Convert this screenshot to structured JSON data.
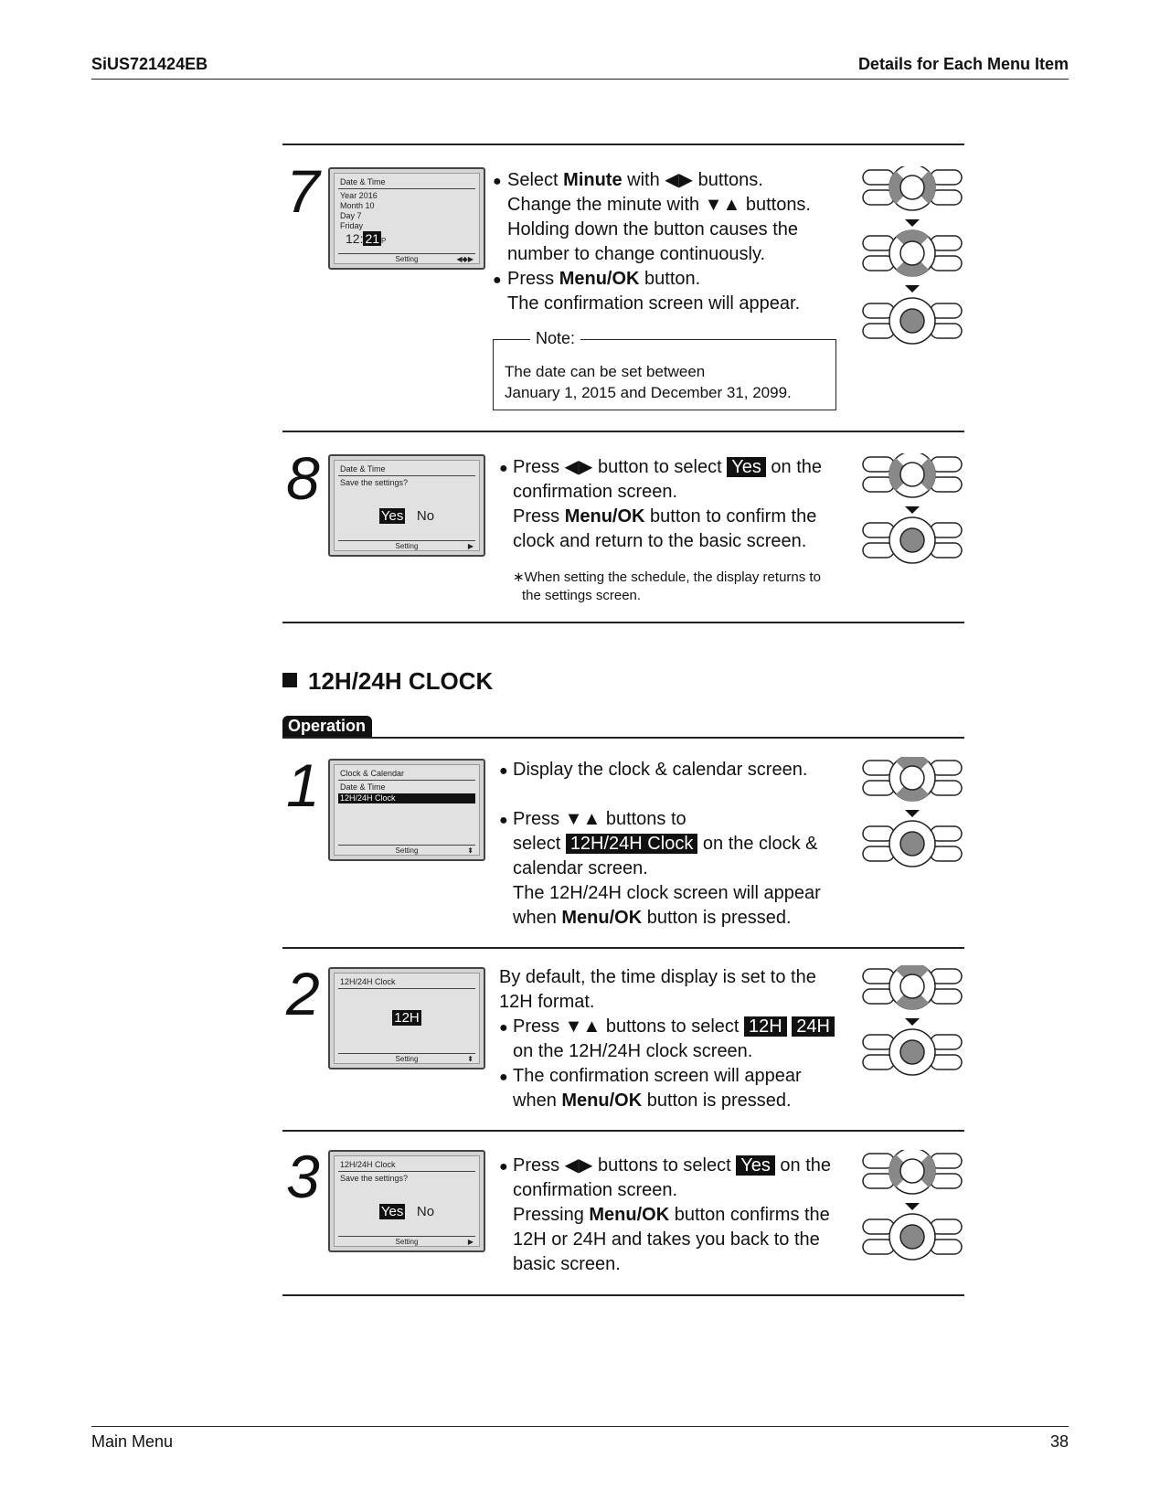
{
  "header": {
    "doc_id": "SiUS721424EB",
    "section": "Details for Each Menu Item"
  },
  "footer": {
    "left": "Main Menu",
    "page": "38"
  },
  "step7": {
    "num": "7",
    "lcd": {
      "title": "Date & Time",
      "year": "Year   2016",
      "month": "Month  10",
      "day": "Day      7",
      "weekday": "Friday",
      "time_prefix": "12:",
      "time_sel": "21",
      "time_suffix": "P",
      "footer": "Setting",
      "arrows": "◀◆▶"
    },
    "l1a": "Select ",
    "l1b": "Minute",
    "l1c": " with ◀▶ buttons.",
    "l2": "Change the minute with ▼▲ buttons.",
    "l3": "Holding down the button causes the",
    "l4": "number to change continuously.",
    "l5a": "Press ",
    "l5b": "Menu/OK",
    "l5c": " button.",
    "l6": "The confirmation screen will appear.",
    "note_label": "Note:",
    "note_l1": "The date can be set between",
    "note_l2": "January 1, 2015 and December 31, 2099."
  },
  "step8": {
    "num": "8",
    "lcd": {
      "title": "Date & Time",
      "line": "Save the settings?",
      "yes": "Yes",
      "no": "No",
      "footer": "Setting",
      "arrow": "▶"
    },
    "l1a": "Press ◀▶ button to select ",
    "l1b": "Yes",
    "l1c": " on the",
    "l2": "confirmation screen.",
    "l3a": "Press ",
    "l3b": "Menu/OK",
    "l3c": " button to confirm the",
    "l4": "clock and return to the basic screen.",
    "note1": "∗When setting the schedule, the display returns to",
    "note2": "the settings screen."
  },
  "section": {
    "title": "12H/24H CLOCK",
    "tab": "Operation"
  },
  "op1": {
    "num": "1",
    "lcd": {
      "title": "Clock & Calendar",
      "item1": "Date & Time",
      "item2": "12H/24H Clock",
      "footer": "Setting",
      "arrow": "⬍"
    },
    "l1": "Display the clock & calendar screen.",
    "l2": "Press ▼▲ buttons to",
    "l3a": "select ",
    "l3b": "12H/24H Clock",
    "l3c": " on the clock &",
    "l4": "calendar screen.",
    "l5": "The 12H/24H clock screen will appear",
    "l6a": "when ",
    "l6b": "Menu/OK",
    "l6c": " button is pressed."
  },
  "op2": {
    "num": "2",
    "lcd": {
      "title": "12H/24H Clock",
      "value": "12H",
      "footer": "Setting",
      "arrow": "⬍"
    },
    "l1": "By default, the time display is set to the",
    "l2": "12H format.",
    "l3a": "Press ▼▲ buttons to select ",
    "l3b": "12H",
    "l3c": "24H",
    "l4": "on the 12H/24H clock screen.",
    "l5": "The confirmation screen will appear",
    "l6a": "when ",
    "l6b": "Menu/OK",
    "l6c": " button is pressed."
  },
  "op3": {
    "num": "3",
    "lcd": {
      "title": "12H/24H Clock",
      "line": "Save the settings?",
      "yes": "Yes",
      "no": "No",
      "footer": "Setting",
      "arrow": "▶"
    },
    "l1a": "Press ◀▶ buttons to select ",
    "l1b": "Yes",
    "l1c": " on the",
    "l2": "confirmation screen.",
    "l3a": "Pressing ",
    "l3b": "Menu/OK",
    "l3c": " button confirms the",
    "l4": "12H or 24H and takes you back to the",
    "l5": "basic screen."
  },
  "bullet": "●",
  "remote_icon": "remote-control-buttons-icon"
}
